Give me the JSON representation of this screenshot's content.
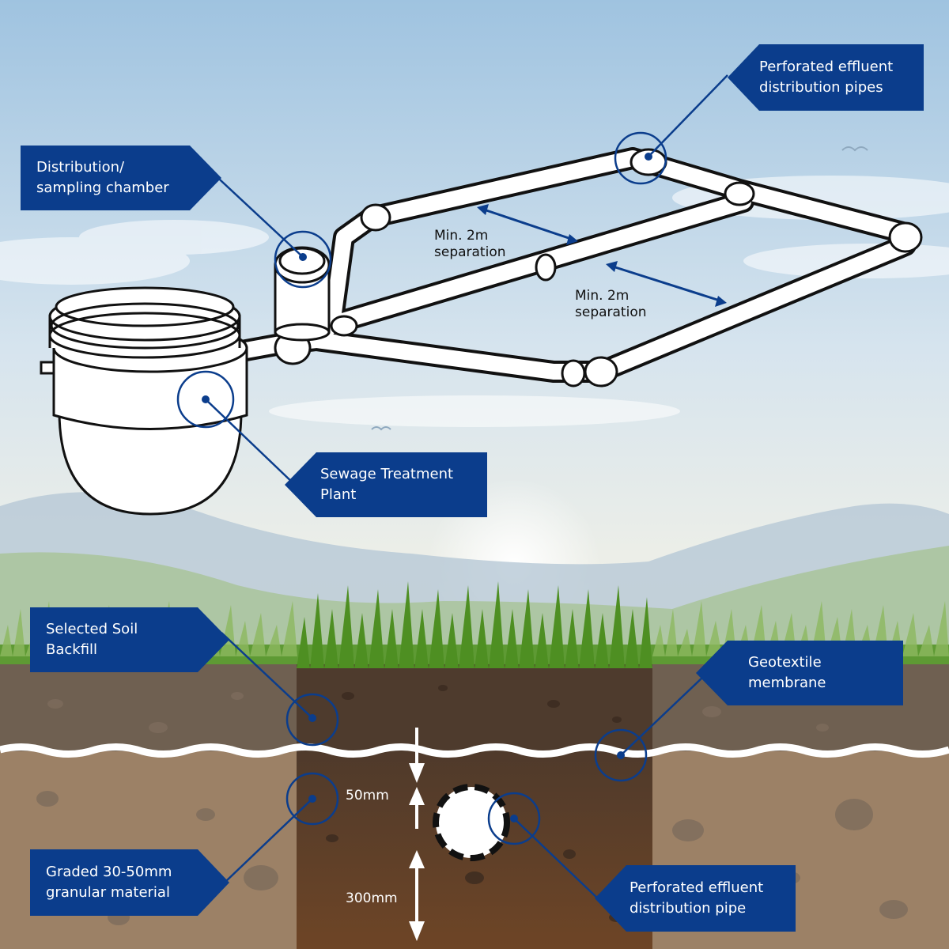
{
  "callouts": {
    "perforated_pipes": {
      "line1": "Perforated effluent",
      "line2": "distribution pipes"
    },
    "distribution_chamber": {
      "line1": "Distribution/",
      "line2": "sampling chamber"
    },
    "sewage_plant": {
      "line1": "Sewage Treatment",
      "line2": "Plant"
    },
    "soil_backfill": {
      "line1": "Selected Soil",
      "line2": "Backfill"
    },
    "geotextile": {
      "line1": "Geotextile",
      "line2": "membrane"
    },
    "granular": {
      "line1": "Graded 30-50mm",
      "line2": "granular material"
    },
    "perforated_pipe": {
      "line1": "Perforated effluent",
      "line2": "distribution pipe"
    }
  },
  "separation_labels": [
    {
      "line1": "Min. 2m",
      "line2": "separation"
    },
    {
      "line1": "Min. 2m",
      "line2": "separation"
    }
  ],
  "dimensions": {
    "upper": "50mm",
    "lower": "300mm"
  },
  "colors": {
    "accent": "#0b3d8c",
    "sky_top": "#a9cbe4",
    "sky_bottom": "#eef3ea",
    "grass": "#5aa02c",
    "topsoil": "#6b5a4a",
    "subsoil": "#9b7f63",
    "trench": "#5a3e2b"
  }
}
